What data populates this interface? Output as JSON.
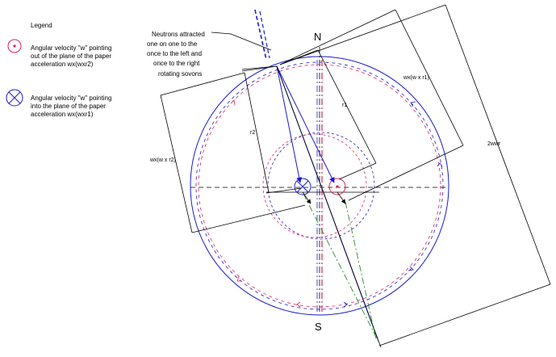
{
  "legend": {
    "title": "Legend",
    "items": [
      {
        "symbol": "out-of-plane",
        "color": "#e0205a",
        "lines": [
          "Angular velocity \"w\" pointing",
          "out of the plane of the paper",
          "acceleration wx(wxr2)"
        ]
      },
      {
        "symbol": "into-plane",
        "color": "#1a1ad0",
        "lines": [
          "Angular velocity \"w\" pointing",
          "into the plane of the paper",
          "acceleration wx(wxr1)"
        ]
      }
    ]
  },
  "annotation": {
    "lines": [
      "Neutrons attracted",
      "one on one to the",
      "once to the left and",
      "once to the right",
      "rotating sovons"
    ]
  },
  "labels": {
    "north": "N",
    "south": "S",
    "r1": "r1",
    "r2": "r2",
    "w_w_r1": "wx(w x r1)",
    "w_w_r2": "wx(w x r2)",
    "two_wwr": "2wwr"
  },
  "colors": {
    "blue": "#1a1ad0",
    "magenta": "#e0205a",
    "green": "#2a8a2a",
    "black": "#000000"
  }
}
